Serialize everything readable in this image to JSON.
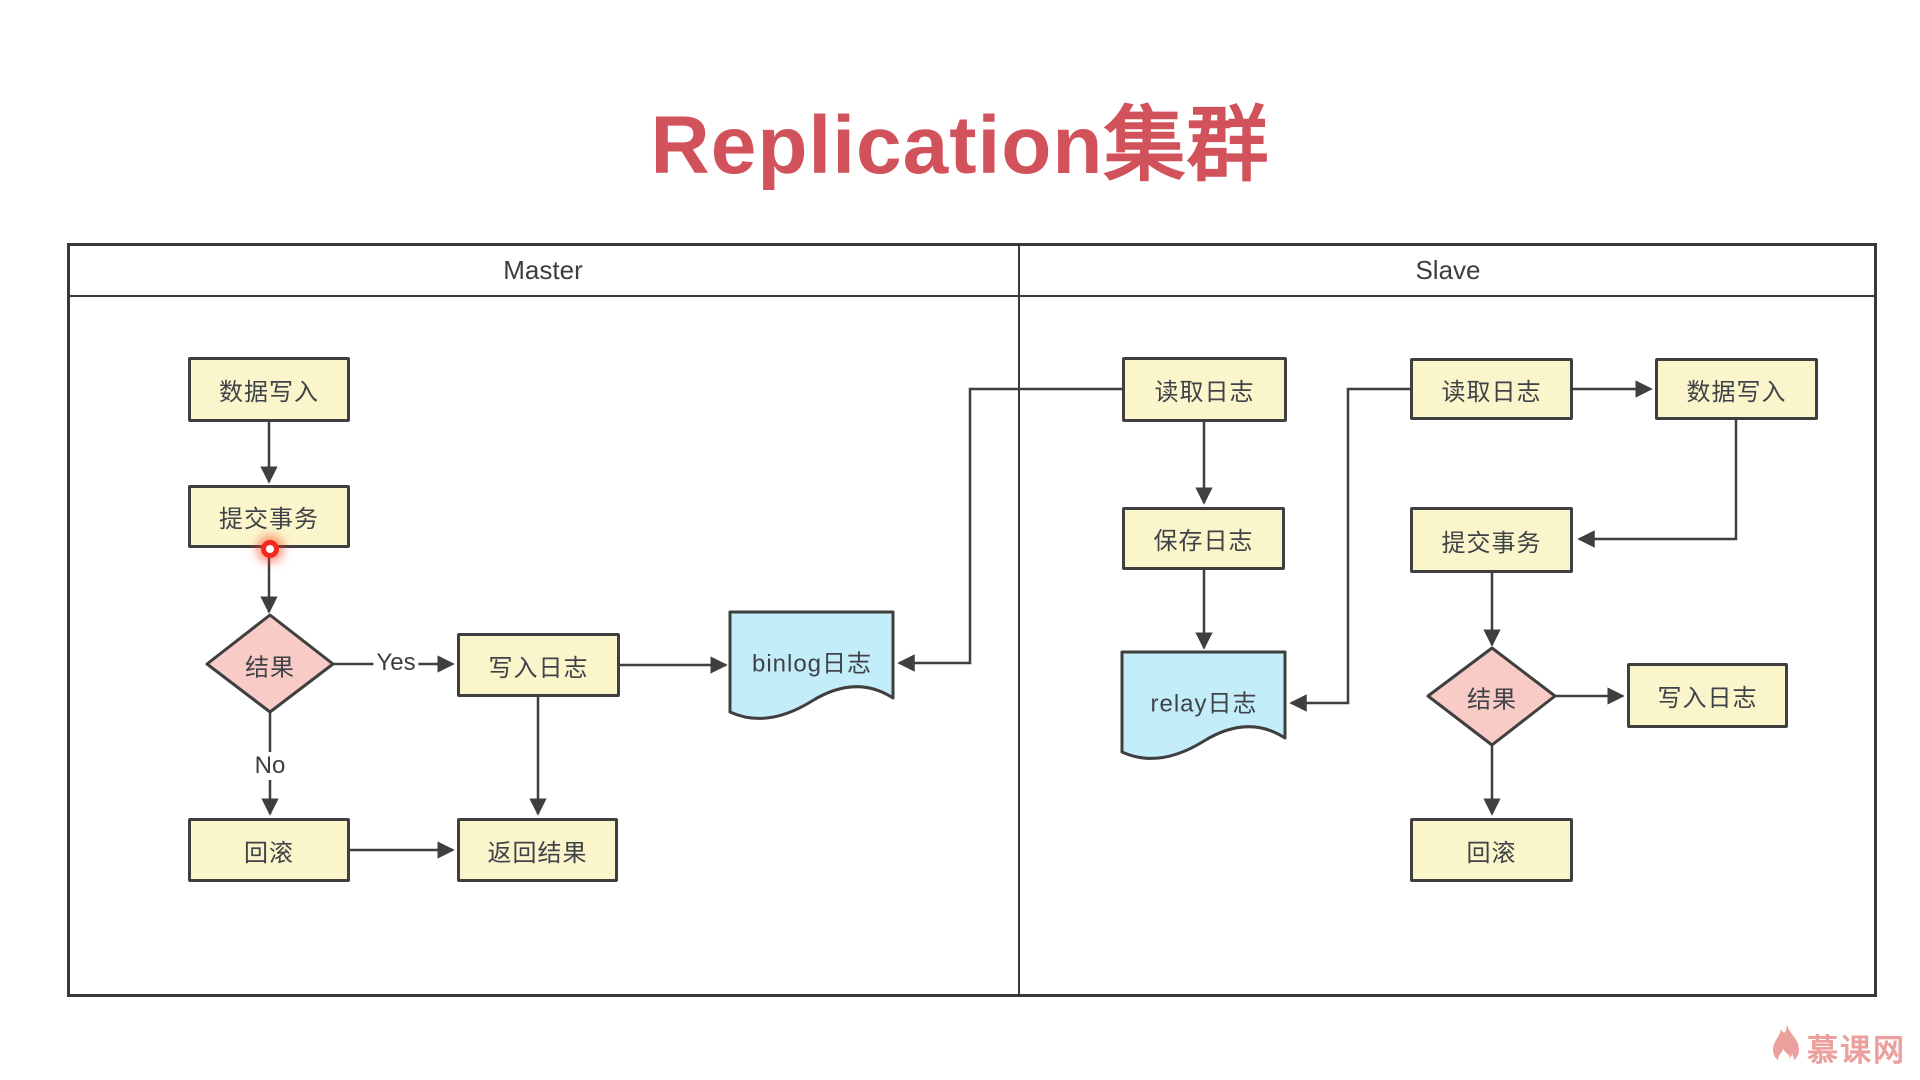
{
  "title": "Replication集群",
  "panes": {
    "master_label": "Master",
    "slave_label": "Slave"
  },
  "master": {
    "data_write": "数据写入",
    "commit": "提交事务",
    "result": "结果",
    "yes_label": "Yes",
    "no_label": "No",
    "write_log": "写入日志",
    "binlog": "binlog日志",
    "rollback": "回滚",
    "return_result": "返回结果"
  },
  "slave": {
    "read_log_1": "读取日志",
    "save_log": "保存日志",
    "relay_log": "relay日志",
    "read_log_2": "读取日志",
    "data_write": "数据写入",
    "commit": "提交事务",
    "result": "结果",
    "write_log": "写入日志",
    "rollback": "回滚"
  },
  "watermark": {
    "brand": "慕课网"
  },
  "colors": {
    "title_red": "#d2525c",
    "node_yellow": "#fbf5cc",
    "diamond_pink": "#f8cbc7",
    "document_blue": "#c4edfa",
    "line_dark": "#3f3f3f",
    "brand_pink": "#eca09d",
    "click_dot_red": "#f5281c"
  }
}
